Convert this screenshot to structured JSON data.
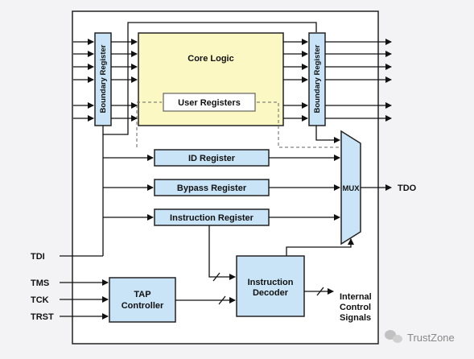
{
  "colors": {
    "page_bg": "#f3f3f5",
    "chip_bg": "#ffffff",
    "register_fill": "#c9e4f6",
    "core_fill": "#fbf8c4",
    "line": "#111111",
    "dashed": "#666666"
  },
  "diagram": {
    "core_logic": "Core Logic",
    "user_registers": "User Registers",
    "boundary_register_left": "Boundary Register",
    "boundary_register_right": "Boundary Register",
    "id_register": "ID Register",
    "bypass_register": "Bypass Register",
    "instruction_register": "Instruction Register",
    "mux": "MUX",
    "tap_controller_line1": "TAP",
    "tap_controller_line2": "Controller",
    "instruction_decoder_line1": "Instruction",
    "instruction_decoder_line2": "Decoder",
    "internal_line1": "Internal",
    "internal_line2": "Control",
    "internal_line3": "Signals"
  },
  "pins": {
    "tdo": "TDO",
    "tdi": "TDI",
    "tms": "TMS",
    "tck": "TCK",
    "trst": "TRST"
  },
  "watermark": {
    "icon": "wechat-icon",
    "text": "TrustZone"
  }
}
